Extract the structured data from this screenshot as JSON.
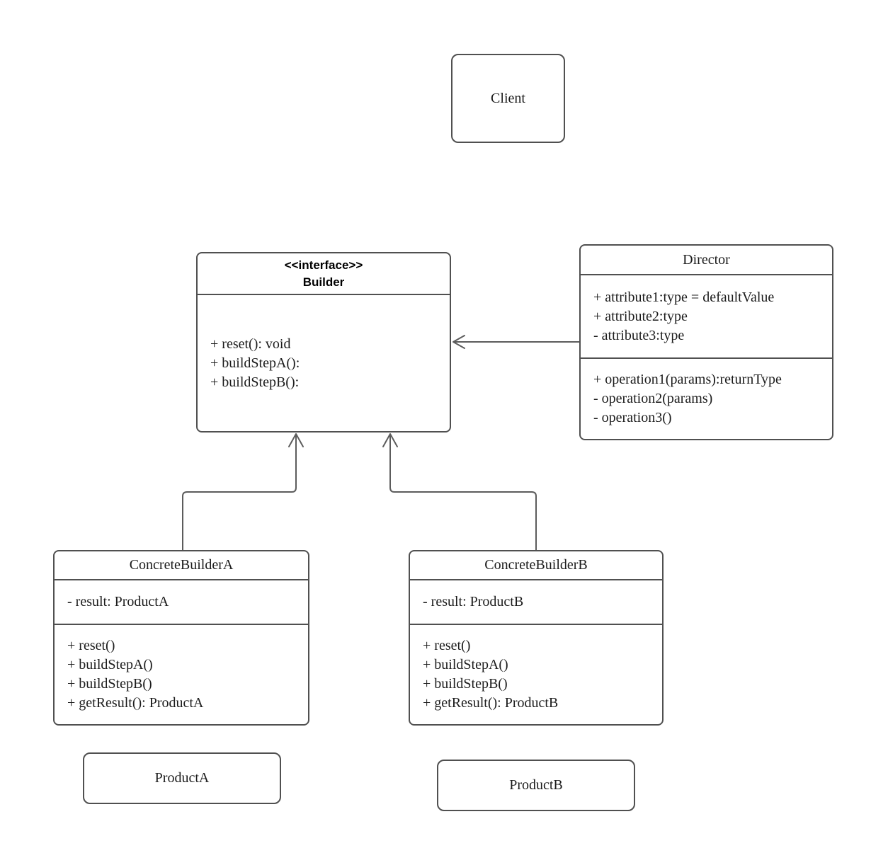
{
  "diagram": {
    "kind": "uml-class-diagram",
    "pattern": "Builder"
  },
  "colors": {
    "background": "#ffffff",
    "box_border": "#505050",
    "connector": "#5c5c5c",
    "text": "#1c1c1c",
    "header_text": "#000000"
  },
  "nodes": {
    "client": {
      "label": "Client"
    },
    "builder": {
      "stereotype": "<<interface>>",
      "name": "Builder",
      "methods": [
        "+ reset(): void",
        "+ buildStepA():",
        "+ buildStepB():"
      ]
    },
    "director": {
      "name": "Director",
      "attributes": [
        "+ attribute1:type = defaultValue",
        "+ attribute2:type",
        "- attribute3:type"
      ],
      "operations": [
        "+ operation1(params):returnType",
        "- operation2(params)",
        "- operation3()"
      ]
    },
    "concreteBuilderA": {
      "name": "ConcreteBuilderA",
      "attributes": [
        "- result: ProductA"
      ],
      "operations": [
        "+ reset()",
        "+ buildStepA()",
        "+ buildStepB()",
        "+ getResult(): ProductA"
      ]
    },
    "concreteBuilderB": {
      "name": "ConcreteBuilderB",
      "attributes": [
        "- result: ProductB"
      ],
      "operations": [
        "+ reset()",
        "+ buildStepA()",
        "+ buildStepB()",
        "+ getResult(): ProductB"
      ]
    },
    "productA": {
      "label": "ProductA"
    },
    "productB": {
      "label": "ProductB"
    }
  },
  "edges": [
    {
      "from": "Director",
      "to": "Builder",
      "style": "solid-open-arrow"
    },
    {
      "from": "ConcreteBuilderA",
      "to": "Builder",
      "style": "solid-open-arrow"
    },
    {
      "from": "ConcreteBuilderB",
      "to": "Builder",
      "style": "solid-open-arrow"
    }
  ]
}
